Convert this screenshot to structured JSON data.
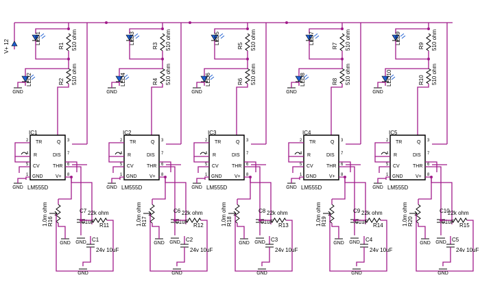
{
  "supply": {
    "label": "V+ 12"
  },
  "ground_label": "GND",
  "chip_part": "LM555D",
  "pins": {
    "tr": "TR",
    "q": "Q",
    "r": "R",
    "dis": "DIS",
    "cv": "CV",
    "thr": "THR",
    "gnd": "GND",
    "vp": "V+"
  },
  "pin_numbers": {
    "tr": "2",
    "q": "3",
    "r": "4",
    "dis": "7",
    "cv": "5",
    "thr": "6",
    "gnd": "1",
    "vp": "8"
  },
  "stages": [
    {
      "led_top": "LED1",
      "led_bot": "LED2",
      "r_top": "R1",
      "r_bot": "R2",
      "r_top_val": "510 ohm",
      "r_bot_val": "510 ohm",
      "ic": "IC1",
      "pot": "R16",
      "pot_val": "1.0m ohm",
      "ct": "C7",
      "ct_val": ".01uF",
      "rt": "R11",
      "rt_val": "22k ohm",
      "cb": "C1",
      "cb_val": "24v 10uF"
    },
    {
      "led_top": "LED3",
      "led_bot": "LED4",
      "r_top": "R3",
      "r_bot": "R4",
      "r_top_val": "510 ohm",
      "r_bot_val": "510 ohm",
      "ic": "IC2",
      "pot": "R17",
      "pot_val": "1.0m ohm",
      "ct": "C6",
      "ct_val": ".01uF",
      "rt": "R12",
      "rt_val": "22k ohm",
      "cb": "C2",
      "cb_val": "24v 10uF"
    },
    {
      "led_top": "LED5",
      "led_bot": "LED6",
      "r_top": "R5",
      "r_bot": "R6",
      "r_top_val": "510 ohm",
      "r_bot_val": "510 ohm",
      "ic": "IC3",
      "pot": "R18",
      "pot_val": "1.0m ohm",
      "ct": "C8",
      "ct_val": ".01uF",
      "rt": "R13",
      "rt_val": "22k ohm",
      "cb": "C3",
      "cb_val": "24v 10uF"
    },
    {
      "led_top": "LED7",
      "led_bot": "LED8",
      "r_top": "R7",
      "r_bot": "R8",
      "r_top_val": "510 ohm",
      "r_bot_val": "510 ohm",
      "ic": "IC4",
      "pot": "R19",
      "pot_val": "1.0m ohm",
      "ct": "C9",
      "ct_val": ".01uF",
      "rt": "R14",
      "rt_val": "22k ohm",
      "cb": "C4",
      "cb_val": "24v 10uF"
    },
    {
      "led_top": "LED9",
      "led_bot": "LED10",
      "r_top": "R9",
      "r_bot": "R10",
      "r_top_val": "510 ohm",
      "r_bot_val": "510 ohm",
      "ic": "IC5",
      "pot": "R20",
      "pot_val": "1.0m ohm",
      "ct": "C10",
      "ct_val": ".01uF",
      "rt": "R15",
      "rt_val": "22k ohm",
      "cb": "C5",
      "cb_val": "24v 10uF"
    }
  ],
  "colors": {
    "wire": "#a01a8a",
    "component": "#000000",
    "led": "#1f5fd0"
  }
}
